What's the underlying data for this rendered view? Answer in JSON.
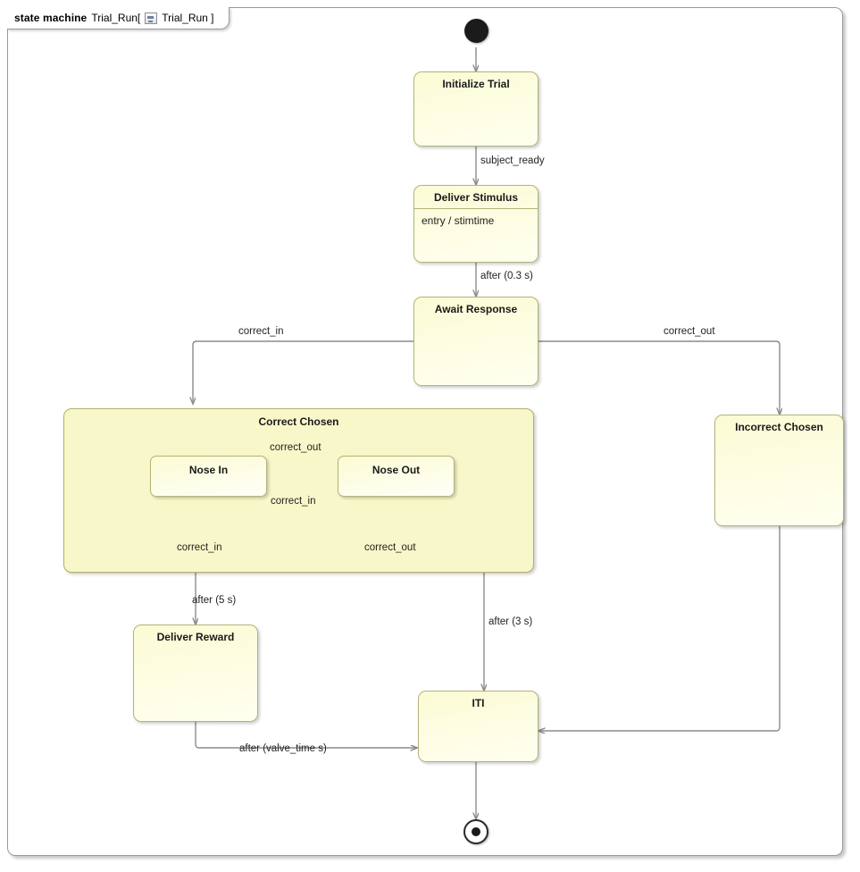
{
  "frame": {
    "keyword": "state machine",
    "name": "Trial_Run[",
    "icon": "state-machine-icon",
    "qualified": "Trial_Run ]"
  },
  "colors": {
    "state_fill_top": "#fbfbd4",
    "state_fill_bottom": "#ffffef",
    "state_border": "#b3b37a",
    "composite_fill": "#f8f7c9",
    "composite_border": "#b0b06a",
    "edge": "#8c8c8c",
    "frame_border": "#9a9a9a",
    "pseudostate": "#1b1b1b",
    "canvas": "#ffffff"
  },
  "states": {
    "initialize_trial": {
      "name": "Initialize Trial"
    },
    "deliver_stimulus": {
      "name": "Deliver Stimulus",
      "entry": "entry / stimtime"
    },
    "await_response": {
      "name": "Await Response"
    },
    "correct_chosen": {
      "name": "Correct Chosen"
    },
    "nose_in": {
      "name": "Nose In"
    },
    "nose_out": {
      "name": "Nose Out"
    },
    "incorrect_chosen": {
      "name": "Incorrect Chosen"
    },
    "deliver_reward": {
      "name": "Deliver Reward"
    },
    "iti": {
      "name": "ITI"
    }
  },
  "transitions": {
    "init_to_stimulus": "subject_ready",
    "stimulus_to_await": "after (0.3 s)",
    "await_to_correct": "correct_in",
    "await_to_incorrect": "correct_out",
    "nosein_to_noseout": "correct_out",
    "noseout_to_nosein": "correct_in",
    "nosein_self": "correct_in",
    "noseout_self": "correct_out",
    "correct_to_reward": "after (5 s)",
    "noseout_to_iti": "after (3 s)",
    "reward_to_iti": "after (valve_time s)"
  }
}
